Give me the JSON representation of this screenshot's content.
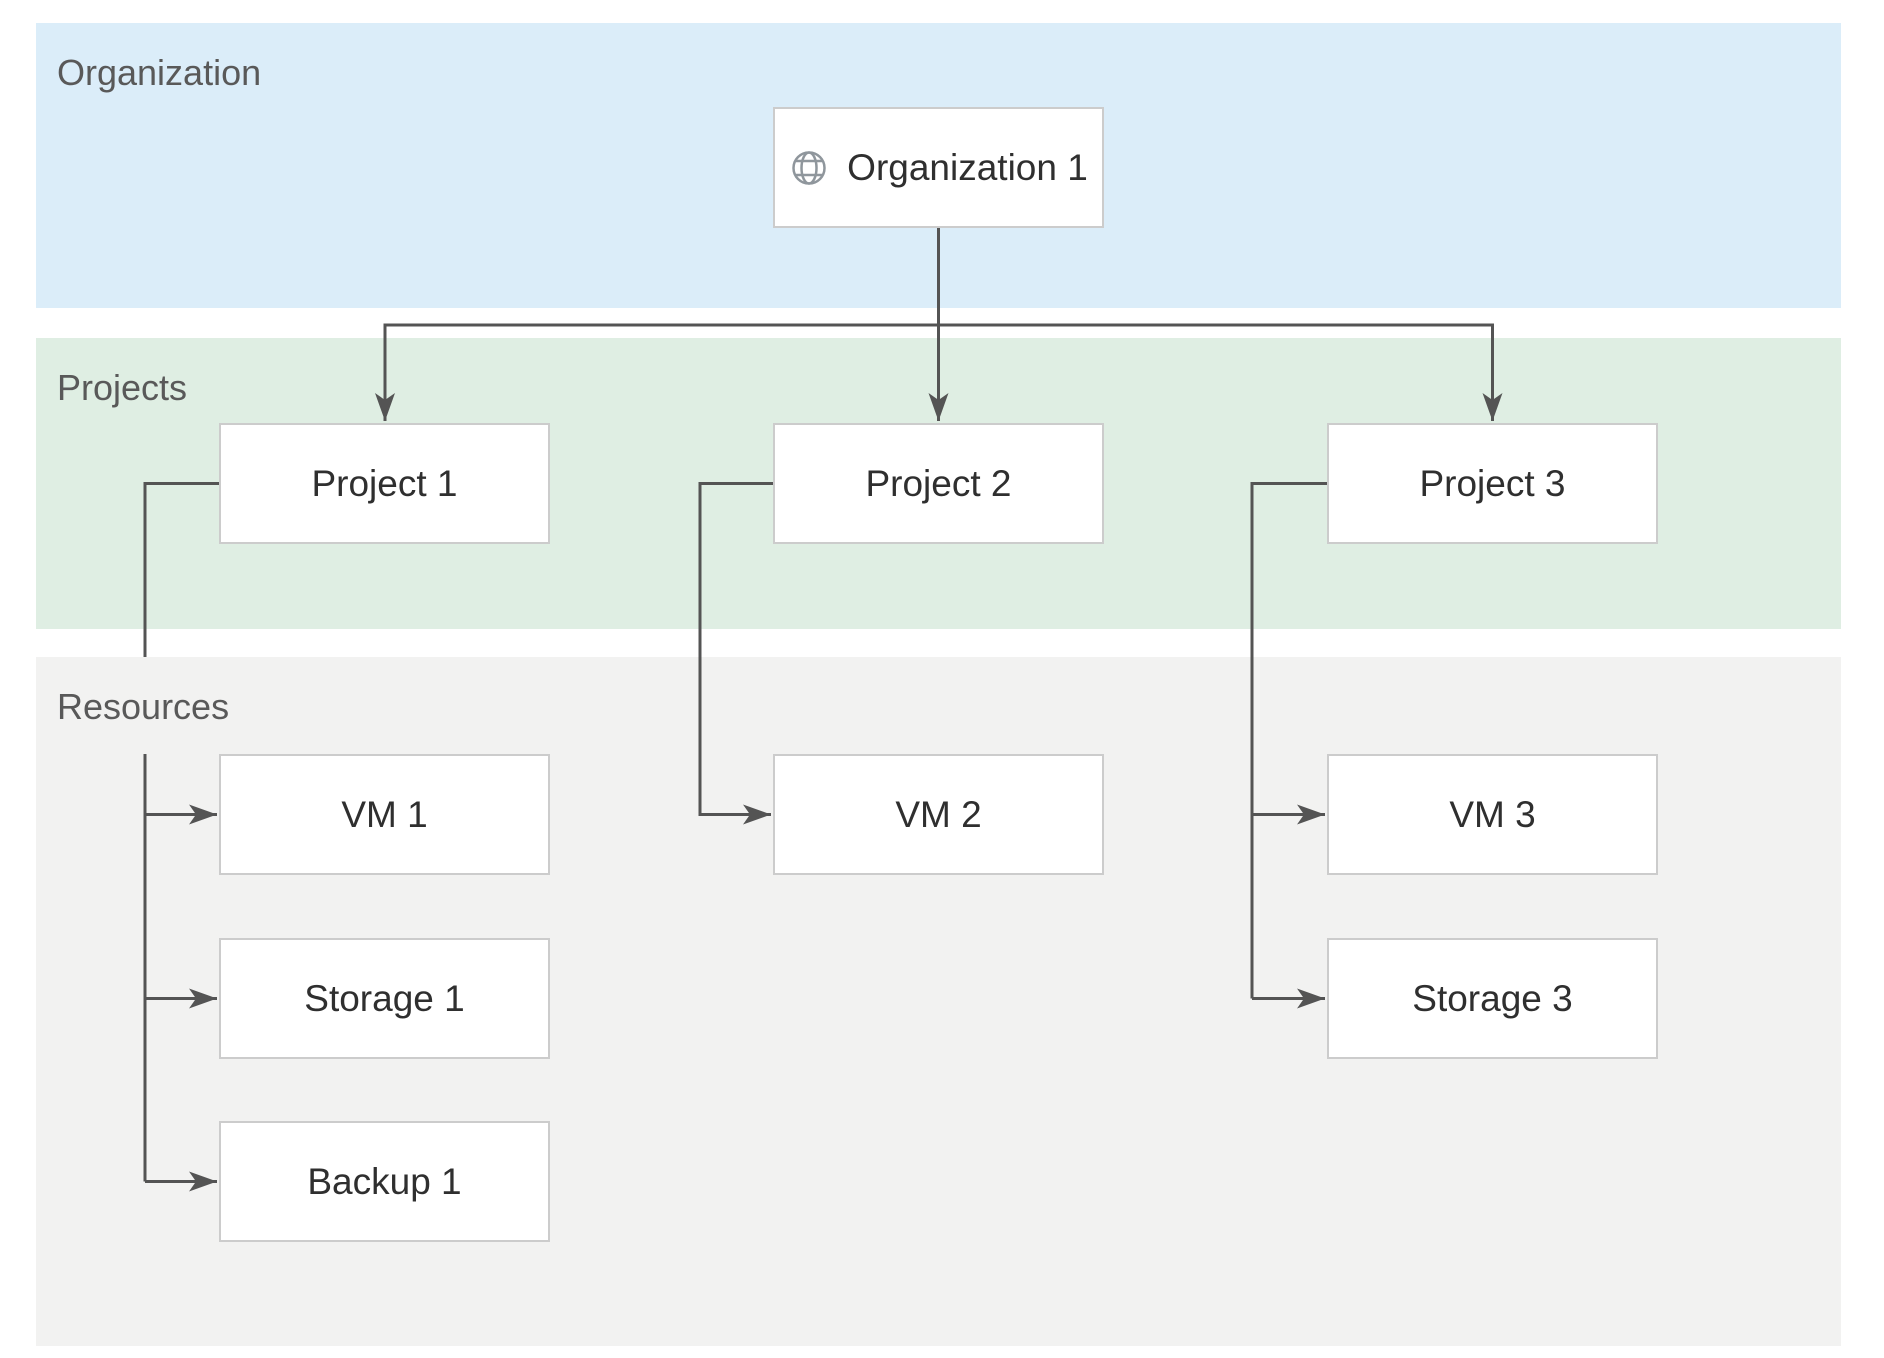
{
  "diagram": {
    "bands": [
      {
        "id": "organization",
        "label": "Organization",
        "color": "#dbedf9"
      },
      {
        "id": "projects",
        "label": "Projects",
        "color": "#dfeee3"
      },
      {
        "id": "resources",
        "label": "Resources",
        "color": "#f2f2f1"
      }
    ],
    "nodes": {
      "org1": {
        "label": "Organization 1",
        "icon": "globe-icon"
      },
      "project1": {
        "label": "Project 1"
      },
      "project2": {
        "label": "Project 2"
      },
      "project3": {
        "label": "Project 3"
      },
      "vm1": {
        "label": "VM 1"
      },
      "vm2": {
        "label": "VM 2"
      },
      "vm3": {
        "label": "VM 3"
      },
      "storage1": {
        "label": "Storage 1"
      },
      "storage3": {
        "label": "Storage 3"
      },
      "backup1": {
        "label": "Backup 1"
      }
    },
    "edges": [
      {
        "from": "org1",
        "to": "project1"
      },
      {
        "from": "org1",
        "to": "project2"
      },
      {
        "from": "org1",
        "to": "project3"
      },
      {
        "from": "project1",
        "to": "vm1"
      },
      {
        "from": "project1",
        "to": "storage1"
      },
      {
        "from": "project1",
        "to": "backup1"
      },
      {
        "from": "project2",
        "to": "vm2"
      },
      {
        "from": "project3",
        "to": "vm3"
      },
      {
        "from": "project3",
        "to": "storage3"
      }
    ],
    "colors": {
      "connector": "#545454",
      "box_border": "#cccccc",
      "box_fill": "#ffffff",
      "box_text": "#2f2f2f",
      "band_label_text": "#595959",
      "globe_icon": "#8f969c"
    }
  }
}
